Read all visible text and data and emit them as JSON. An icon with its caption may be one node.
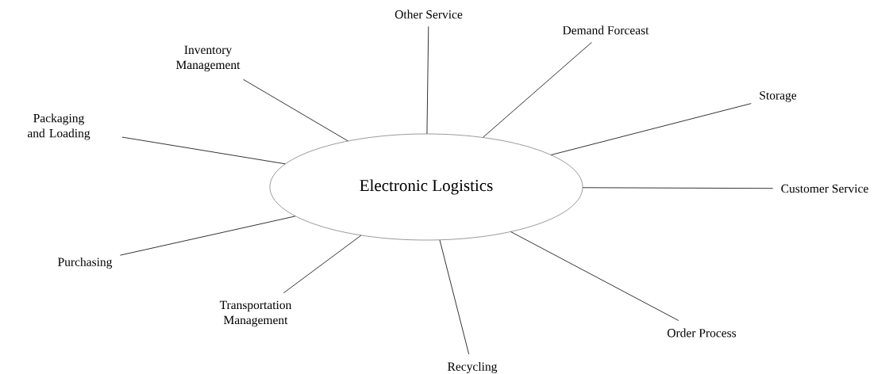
{
  "diagram": {
    "nodes": [
      {
        "text": [
          "Electronic Logistics"
        ]
      },
      {
        "text": [
          "Inventory Management"
        ]
      },
      {
        "text": [
          "Other Service"
        ]
      },
      {
        "text": [
          "Demand Forceast"
        ]
      },
      {
        "text": [
          "Storage"
        ]
      },
      {
        "text": [
          "Customer Service"
        ]
      },
      {
        "text": [
          "Order Process"
        ]
      },
      {
        "text": [
          "Recycling"
        ]
      },
      {
        "text": [
          "Transportation Management"
        ]
      },
      {
        "text": [
          "Purchasing"
        ]
      },
      {
        "text": [
          "Packaging and Loading"
        ]
      }
    ],
    "edges": [
      {
        "from": 0,
        "to": 1,
        "arrow": "none"
      },
      {
        "from": 0,
        "to": 2,
        "arrow": "none"
      },
      {
        "from": 0,
        "to": 3,
        "arrow": "none"
      },
      {
        "from": 0,
        "to": 4,
        "arrow": "none"
      },
      {
        "from": 0,
        "to": 5,
        "arrow": "none"
      },
      {
        "from": 0,
        "to": 6,
        "arrow": "none"
      },
      {
        "from": 0,
        "to": 7,
        "arrow": "none"
      },
      {
        "from": 0,
        "to": 8,
        "arrow": "none"
      },
      {
        "from": 0,
        "to": 9,
        "arrow": "none"
      },
      {
        "from": 0,
        "to": 10,
        "arrow": "none"
      }
    ]
  }
}
